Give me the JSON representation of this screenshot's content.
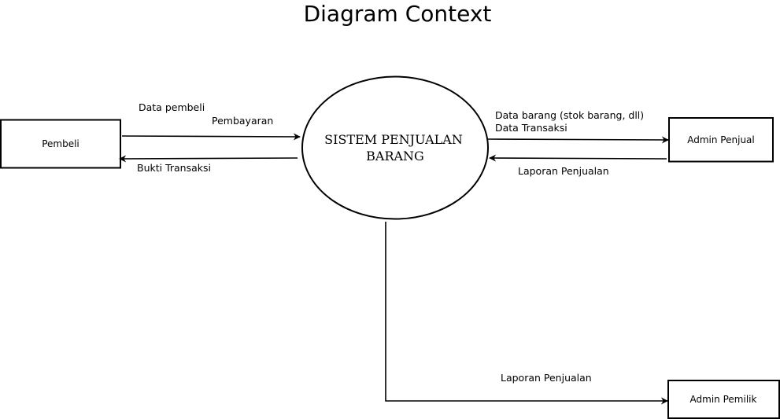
{
  "title": "Diagram Context",
  "process": {
    "line1": "SISTEM PENJUALAN",
    "line2": "BARANG"
  },
  "entities": {
    "pembeli": "Pembeli",
    "admin_penjual": "Admin Penjual",
    "admin_pemilik": "Admin Pemilik"
  },
  "flows": {
    "data_pembeli": "Data pembeli",
    "pembayaran": "Pembayaran",
    "bukti_transaksi": "Bukti Transaksi",
    "data_barang": "Data barang (stok barang, dll)",
    "data_transaksi": "Data Transaksi",
    "laporan_penjualan_penjual": "Laporan Penjualan",
    "laporan_penjualan_pemilik": "Laporan Penjualan"
  },
  "colors": {
    "stroke": "#000000",
    "background": "#ffffff"
  }
}
